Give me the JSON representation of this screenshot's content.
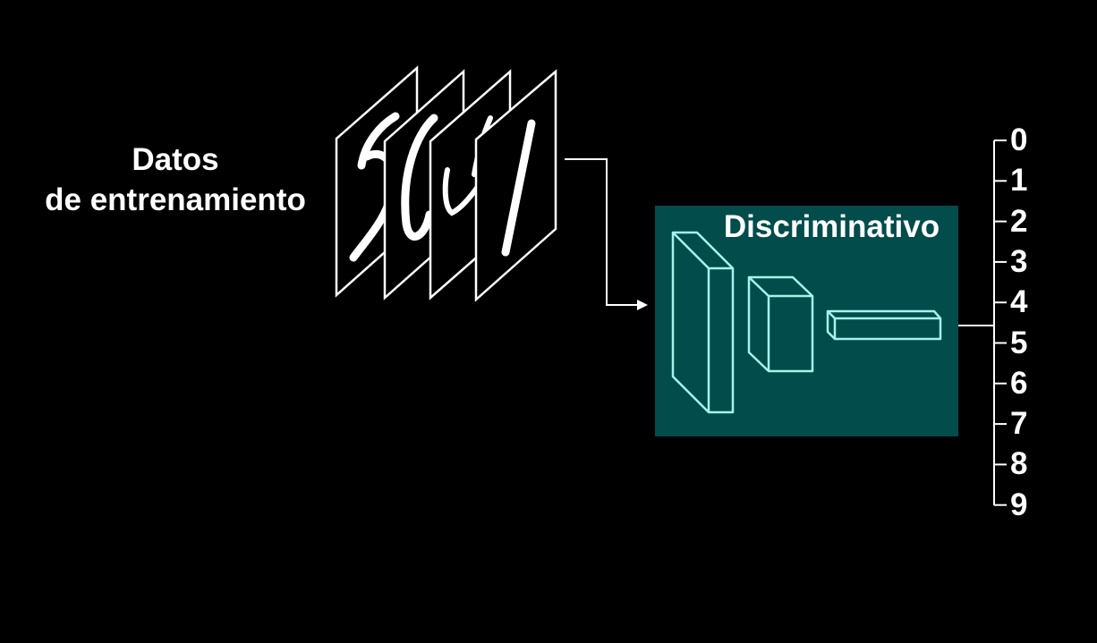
{
  "input_label": {
    "line1": "Datos",
    "line2": "de entrenamiento"
  },
  "discriminator": {
    "title": "Discriminativo",
    "panel_color": "#024c4b",
    "layer_stroke_color": "#a5f3ec"
  },
  "input_images": [
    {
      "icon": "handwritten-digit-5"
    },
    {
      "icon": "handwritten-digit-0"
    },
    {
      "icon": "handwritten-digit-4"
    },
    {
      "icon": "handwritten-digit-1"
    }
  ],
  "outputs": [
    "0",
    "1",
    "2",
    "3",
    "4",
    "5",
    "6",
    "7",
    "8",
    "9"
  ],
  "colors": {
    "background": "#000000",
    "foreground": "#ffffff"
  }
}
